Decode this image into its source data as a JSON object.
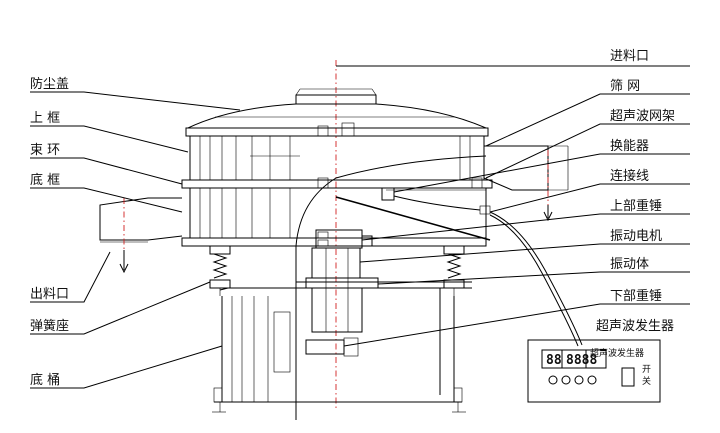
{
  "left_labels": [
    "防尘盖",
    "上 框",
    "束 环",
    "底 框",
    "出料口",
    "弹簧座",
    "底 桶"
  ],
  "right_labels": [
    "进料口",
    "筛 网",
    "超声波网架",
    "换能器",
    "连接线",
    "上部重锤",
    "振动电机",
    "振动体",
    "下部重锤",
    "超声波发生器"
  ],
  "generator": {
    "panel_title": "超声波发生器",
    "display_left": "88",
    "display_right": "8888",
    "switch_mark_top": "开",
    "switch_mark_bottom": "关"
  }
}
